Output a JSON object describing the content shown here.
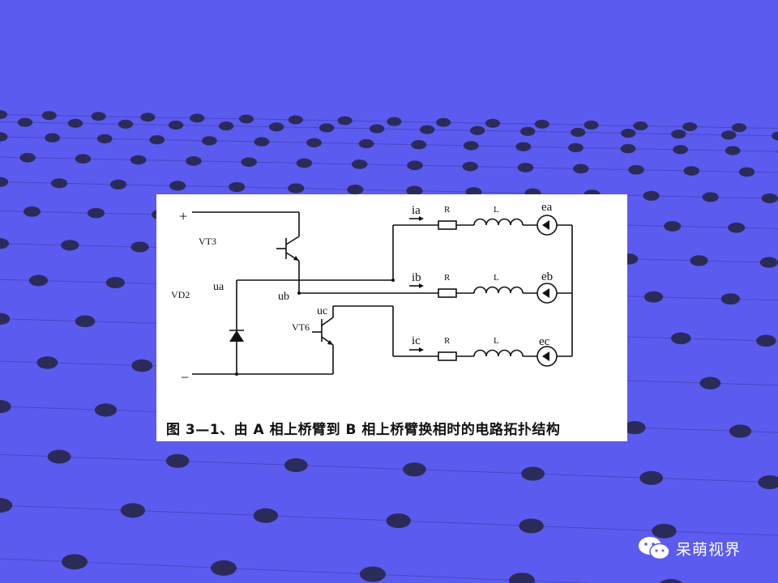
{
  "slide": {
    "background": "#5b5bf0",
    "accent_dot": "#2a2a55"
  },
  "figure": {
    "caption": "图 3—1、由 A 相上桥臂到 B 相上桥臂换相时的电路拓扑结构",
    "labels": {
      "plus": "+",
      "minus": "−",
      "vt3": "VT3",
      "vd2": "VD2",
      "vt6": "VT6",
      "ua": "ua",
      "ub": "ub",
      "uc": "uc",
      "ia": "ia",
      "ib": "ib",
      "ic": "ic",
      "r": "R",
      "l": "L",
      "ea": "ea",
      "eb": "eb",
      "ec": "ec"
    }
  },
  "watermark": {
    "icon": "wechat-icon",
    "text": "呆萌视界"
  }
}
